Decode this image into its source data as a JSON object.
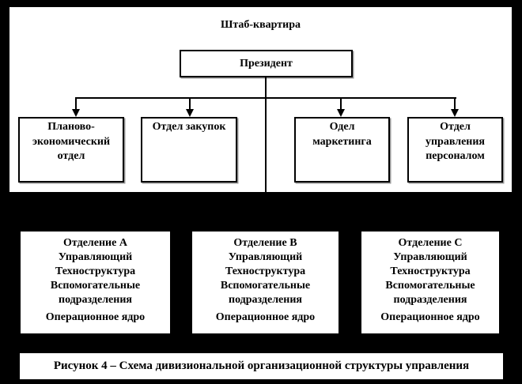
{
  "diagram": {
    "title": "Штаб-квартира",
    "president": "Президент",
    "departments": [
      {
        "label": "Планово-\nэкономический\nотдел"
      },
      {
        "label": "Отдел закупок"
      },
      {
        "label": "Одел\nмаркетинга"
      },
      {
        "label": "Отдел\nуправления\nперсоналом"
      }
    ],
    "divisions": [
      {
        "lines": [
          "Отделение A",
          "Управляющий",
          "Техноструктура",
          "Вспомогательные подразделения",
          "Операционное ядро"
        ]
      },
      {
        "lines": [
          "Отделение B",
          "Управляющий",
          "Техноструктура",
          "Вспомогательные подразделения",
          "Операционное ядро"
        ]
      },
      {
        "lines": [
          "Отделение C",
          "Управляющий",
          "Техноструктура",
          "Вспомогательные подразделения",
          "Операционное ядро"
        ]
      }
    ],
    "caption": "Рисунок 4 – Схема дивизиональной организационной структуры управления",
    "colors": {
      "background": "#000000",
      "panel": "#ffffff",
      "border": "#000000",
      "text": "#000000"
    }
  }
}
